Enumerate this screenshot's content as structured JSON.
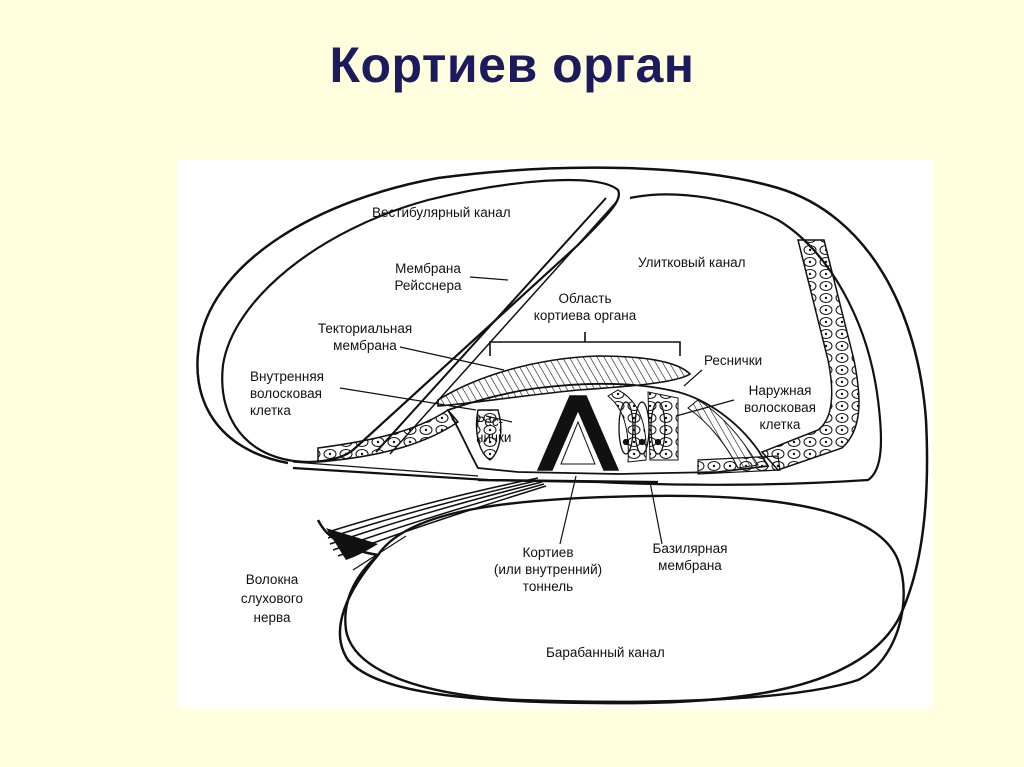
{
  "slide": {
    "title": "Кортиев орган"
  },
  "labels": {
    "vestibular_canal": "Вестибулярный канал",
    "reissner_1": "Мембрана",
    "reissner_2": "Рейсснера",
    "cochlear_canal": "Улитковый канал",
    "region_1": "Область",
    "region_2": "кортиева органа",
    "tectorial_1": "Текториальная",
    "tectorial_2": "мембрана",
    "inner_cell_1": "Внутренняя",
    "inner_cell_2": "волосковая",
    "inner_cell_3": "клетка",
    "cilia_right": "Реснички",
    "cilia_left_1": "Рес-",
    "cilia_left_2": "нички",
    "outer_cell_1": "Наружная",
    "outer_cell_2": "волосковая",
    "outer_cell_3": "клетка",
    "nerve_1": "Волокна",
    "nerve_2": "слухового",
    "nerve_3": "нерва",
    "tunnel_1": "Кортиев",
    "tunnel_2": "(или внутренний)",
    "tunnel_3": "тоннель",
    "basilar_1": "Базилярная",
    "basilar_2": "мембрана",
    "tympanic_canal": "Барабанный канал"
  },
  "colors": {
    "background": "#ffffe0",
    "title": "#1b1b5e",
    "ink": "#111111",
    "panel": "#ffffff"
  }
}
